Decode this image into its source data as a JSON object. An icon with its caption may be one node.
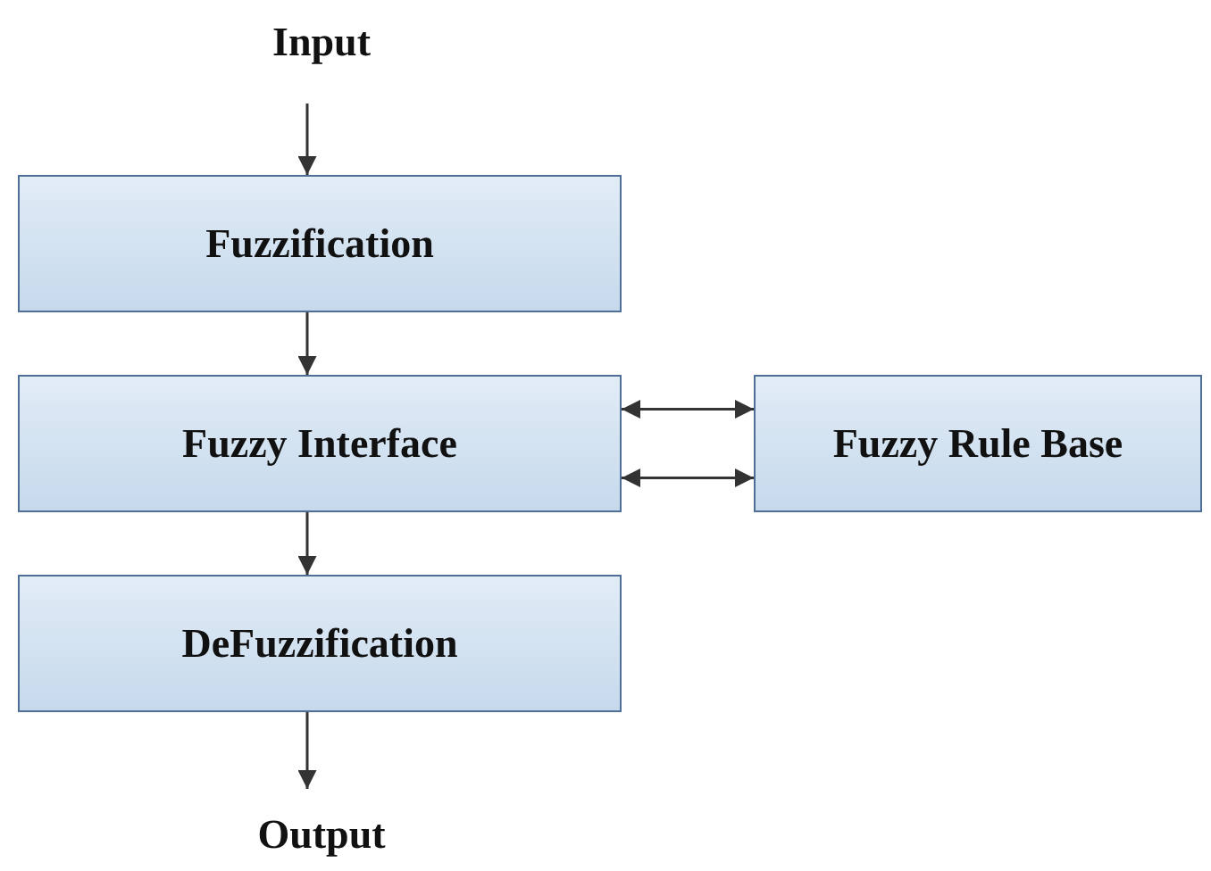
{
  "diagram": {
    "nodes": [
      {
        "text": [
          "Input"
        ]
      },
      {
        "text": [
          "Fuzzification"
        ]
      },
      {
        "text": [
          "Fuzzy Interface"
        ]
      },
      {
        "text": [
          "Fuzzy Rule Base"
        ]
      },
      {
        "text": [
          "DeFuzzification"
        ]
      },
      {
        "text": [
          "Output"
        ]
      }
    ],
    "edges": [
      {
        "from": 0,
        "to": 1,
        "arrow": "to"
      },
      {
        "from": 1,
        "to": 2,
        "arrow": "to"
      },
      {
        "from": 2,
        "to": 3,
        "arrow": "both"
      },
      {
        "from": 2,
        "to": 3,
        "arrow": "both"
      },
      {
        "from": 2,
        "to": 4,
        "arrow": "to"
      },
      {
        "from": 4,
        "to": 5,
        "arrow": "to"
      }
    ]
  }
}
